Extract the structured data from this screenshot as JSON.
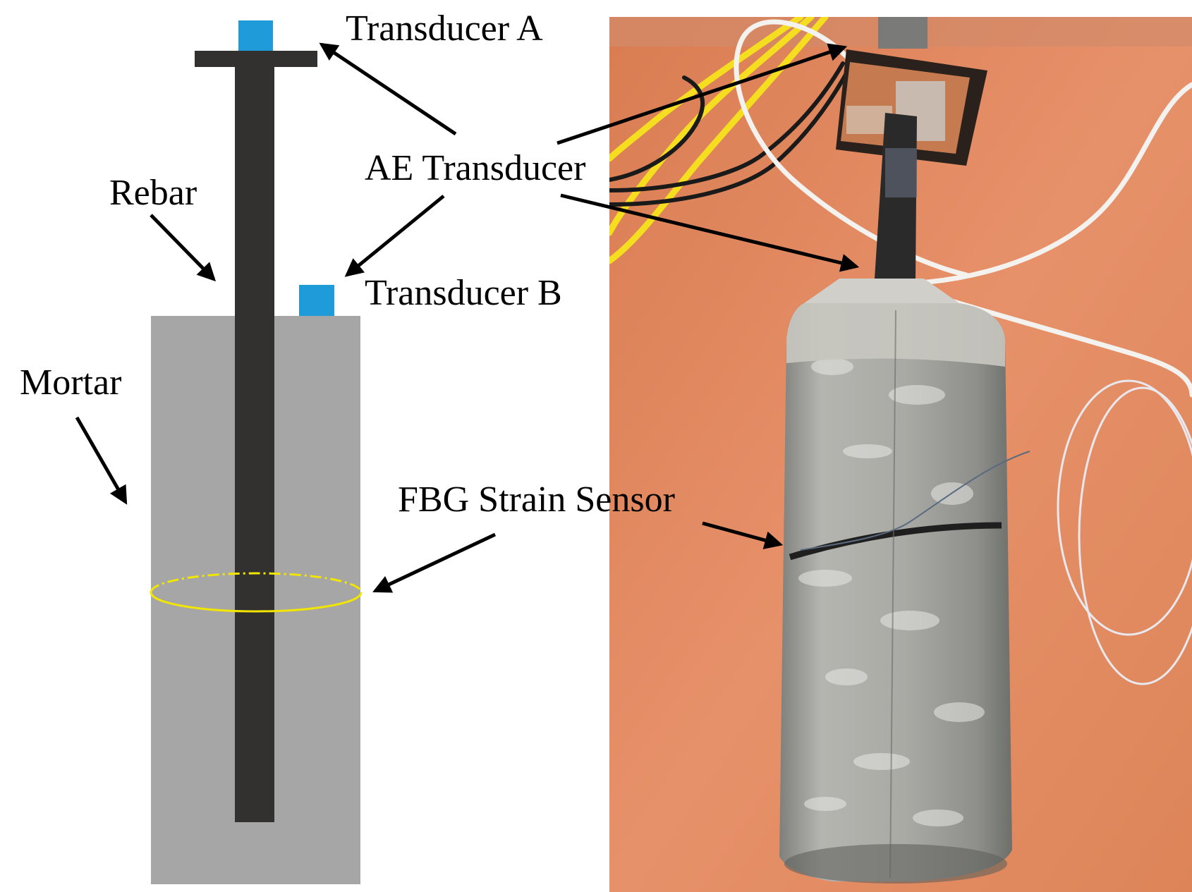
{
  "labels": {
    "transducer_a": "Transducer A",
    "transducer_b": "Transducer B",
    "ae_transducer": "AE Transducer",
    "rebar": "Rebar",
    "mortar": "Mortar",
    "fbg_sensor": "FBG Strain Sensor"
  },
  "colors": {
    "rebar": "#333030",
    "mortar": "#a6a6a6",
    "transducer": "#1f9bd9",
    "fbg_ring": "#f2e600",
    "arrow": "#000000",
    "photo_background": "#e28a61",
    "specimen_concrete": "#a3a39f",
    "tape": "#c8c6c0",
    "copper_tape": "#c57a50",
    "fiber_cable_yellow": "#f5de1f",
    "cable_white": "#f4f2ee",
    "cable_black": "#1a1a1a"
  },
  "icons": {
    "arrow": "arrow-head"
  }
}
